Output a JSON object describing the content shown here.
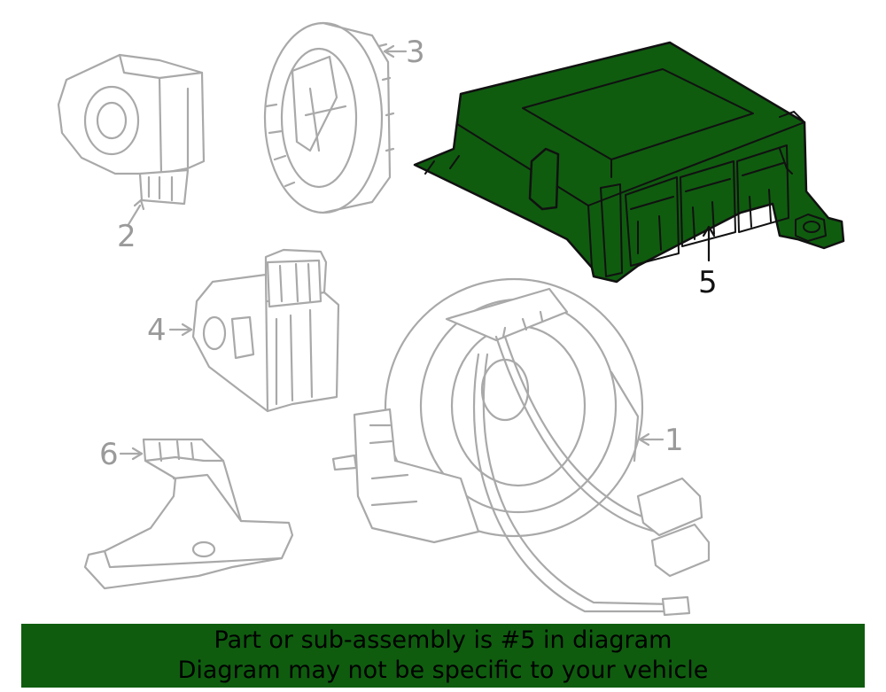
{
  "callouts": [
    {
      "id": "1",
      "label": "1"
    },
    {
      "id": "2",
      "label": "2"
    },
    {
      "id": "3",
      "label": "3"
    },
    {
      "id": "4",
      "label": "4"
    },
    {
      "id": "5",
      "label": "5",
      "highlighted": true
    },
    {
      "id": "6",
      "label": "6"
    }
  ],
  "highlight_color": "#0f5c0f",
  "banner": {
    "line1": "Part or sub-assembly is #5 in diagram",
    "line2": "Diagram may not be specific to your vehicle"
  }
}
